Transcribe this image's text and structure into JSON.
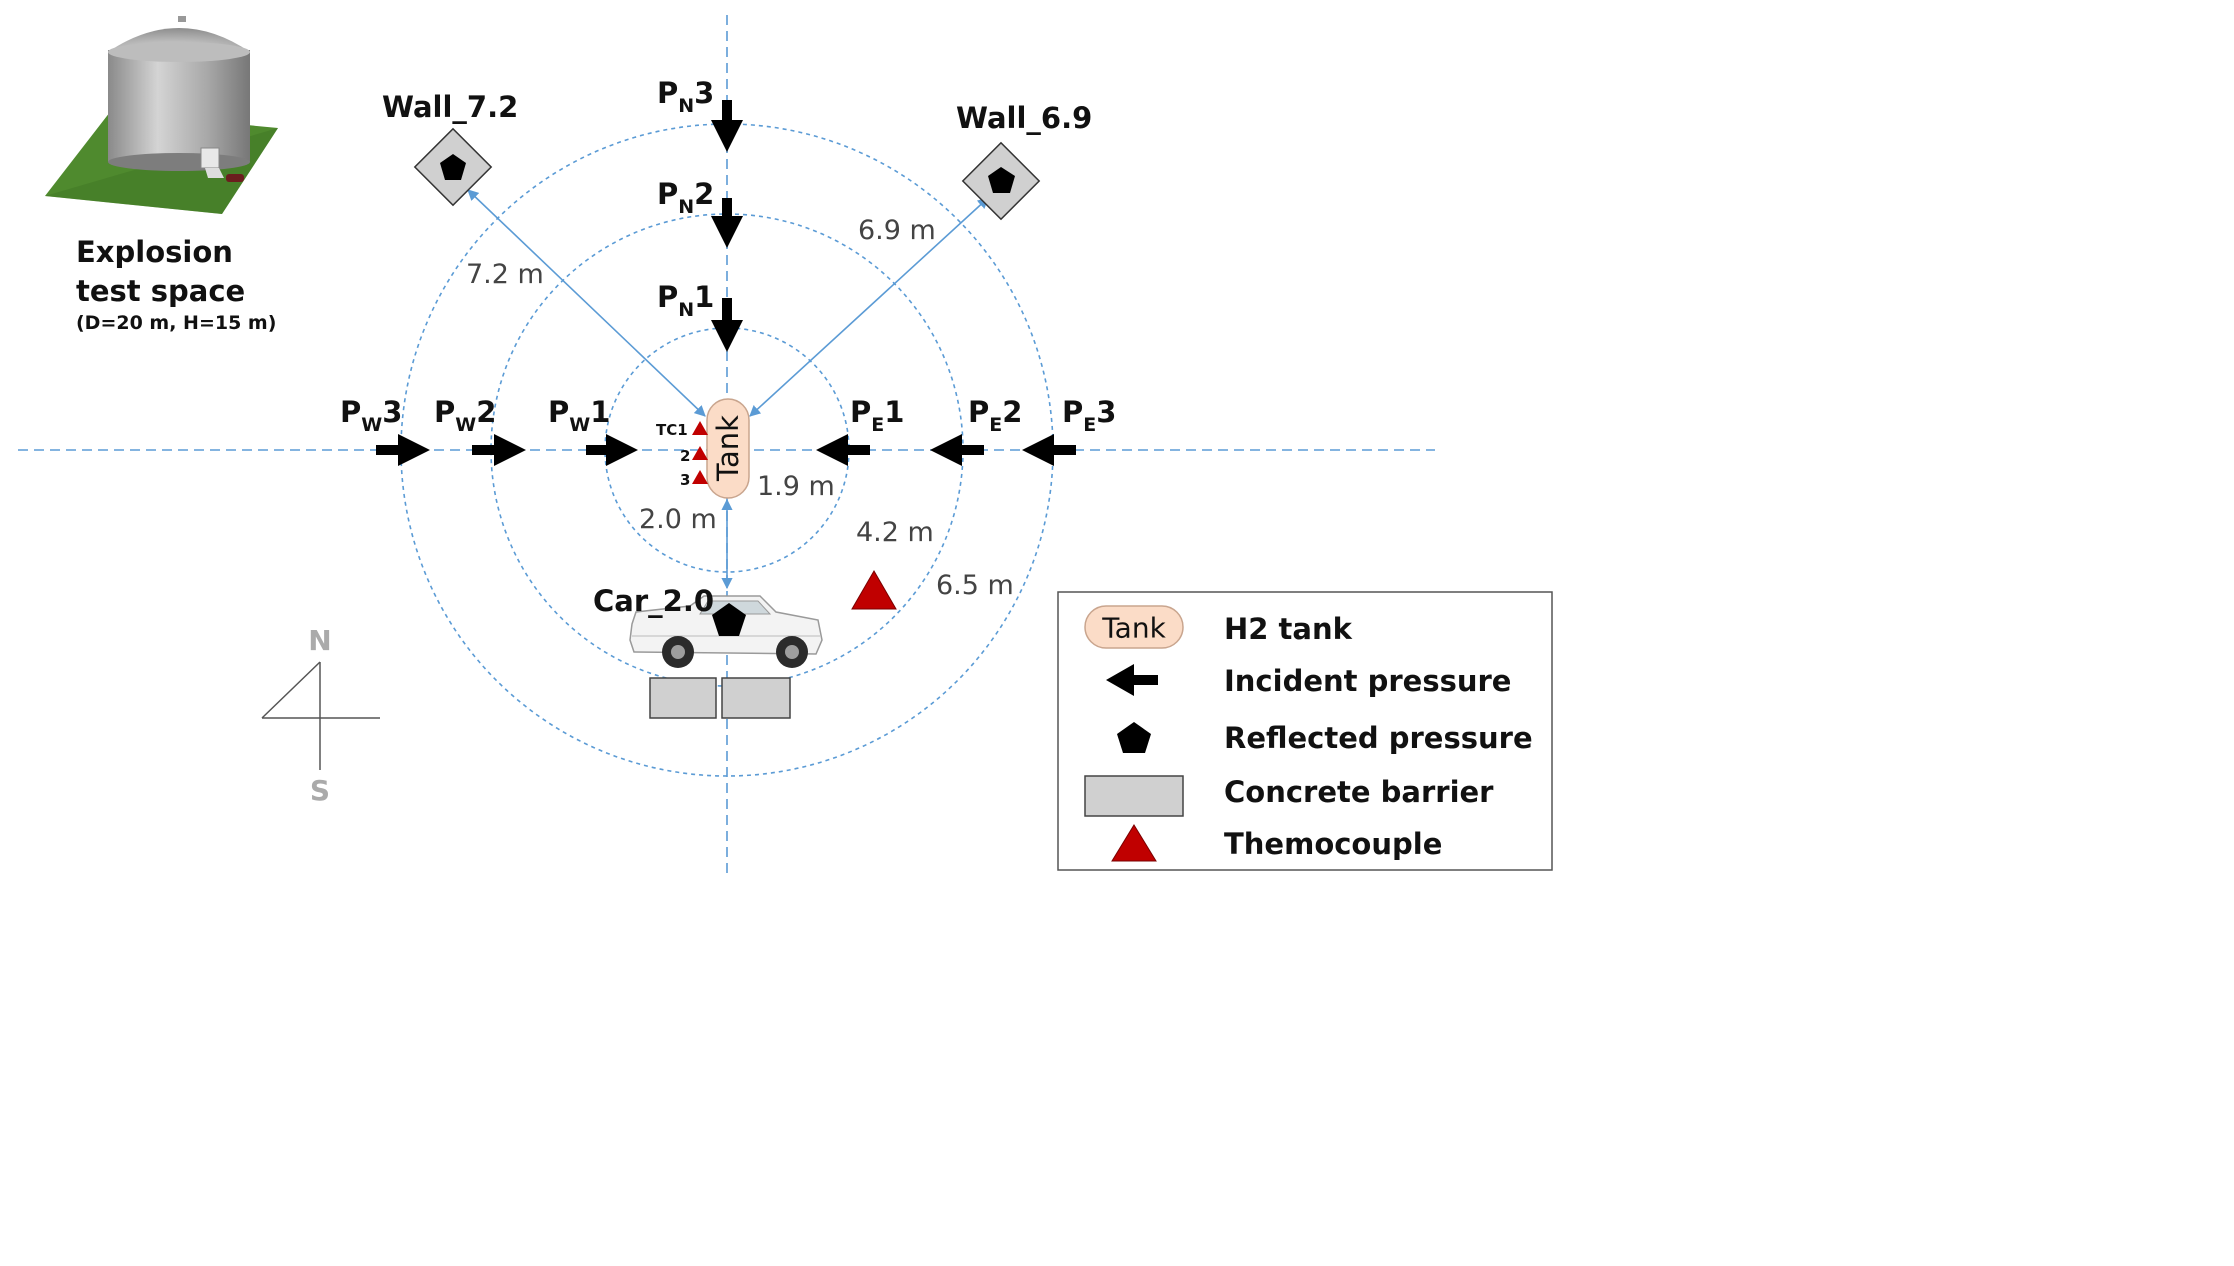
{
  "test_space": {
    "title_line1": "Explosion",
    "title_line2": "test space",
    "caption": "(D=20 m, H=15 m)"
  },
  "tank": {
    "label": "Tank",
    "fill": "#fbdcc7"
  },
  "sensors": {
    "north": [
      {
        "id": "pn1",
        "prefix": "P",
        "sub": "N",
        "suffix": "1"
      },
      {
        "id": "pn2",
        "prefix": "P",
        "sub": "N",
        "suffix": "2"
      },
      {
        "id": "pn3",
        "prefix": "P",
        "sub": "N",
        "suffix": "3"
      }
    ],
    "west": [
      {
        "id": "pw1",
        "prefix": "P",
        "sub": "W",
        "suffix": "1"
      },
      {
        "id": "pw2",
        "prefix": "P",
        "sub": "W",
        "suffix": "2"
      },
      {
        "id": "pw3",
        "prefix": "P",
        "sub": "W",
        "suffix": "3"
      }
    ],
    "east": [
      {
        "id": "pe1",
        "prefix": "P",
        "sub": "E",
        "suffix": "1"
      },
      {
        "id": "pe2",
        "prefix": "P",
        "sub": "E",
        "suffix": "2"
      },
      {
        "id": "pe3",
        "prefix": "P",
        "sub": "E",
        "suffix": "3"
      }
    ]
  },
  "targets": {
    "wall_west": "Wall_7.2",
    "wall_east": "Wall_6.9",
    "car": "Car_2.0"
  },
  "distances": {
    "wall_west": "7.2 m",
    "wall_east": "6.9 m",
    "ring_inner": "1.9 m",
    "car": "2.0 m",
    "ring_middle": "4.2 m",
    "ring_outer": "6.5 m"
  },
  "thermocouples": [
    "TC1",
    "2",
    "3"
  ],
  "compass": {
    "north": "N",
    "south": "S"
  },
  "legend": {
    "tank_symbol": "Tank",
    "items": [
      {
        "symbol": "tank-symbol",
        "label": "H2 tank"
      },
      {
        "symbol": "arrow-icon",
        "label": "Incident pressure"
      },
      {
        "symbol": "pentagon-icon",
        "label": "Reflected pressure"
      },
      {
        "symbol": "barrier-rect",
        "label": "Concrete barrier"
      },
      {
        "symbol": "triangle-icon",
        "label": "Themocouple"
      }
    ]
  },
  "colors": {
    "guide_lines": "#5b9bd5",
    "thermocouple": "#c00000",
    "tank_fill": "#fbdcc7",
    "barrier_fill": "#d0d0d0",
    "ground_grass": "#4f8a2e"
  }
}
